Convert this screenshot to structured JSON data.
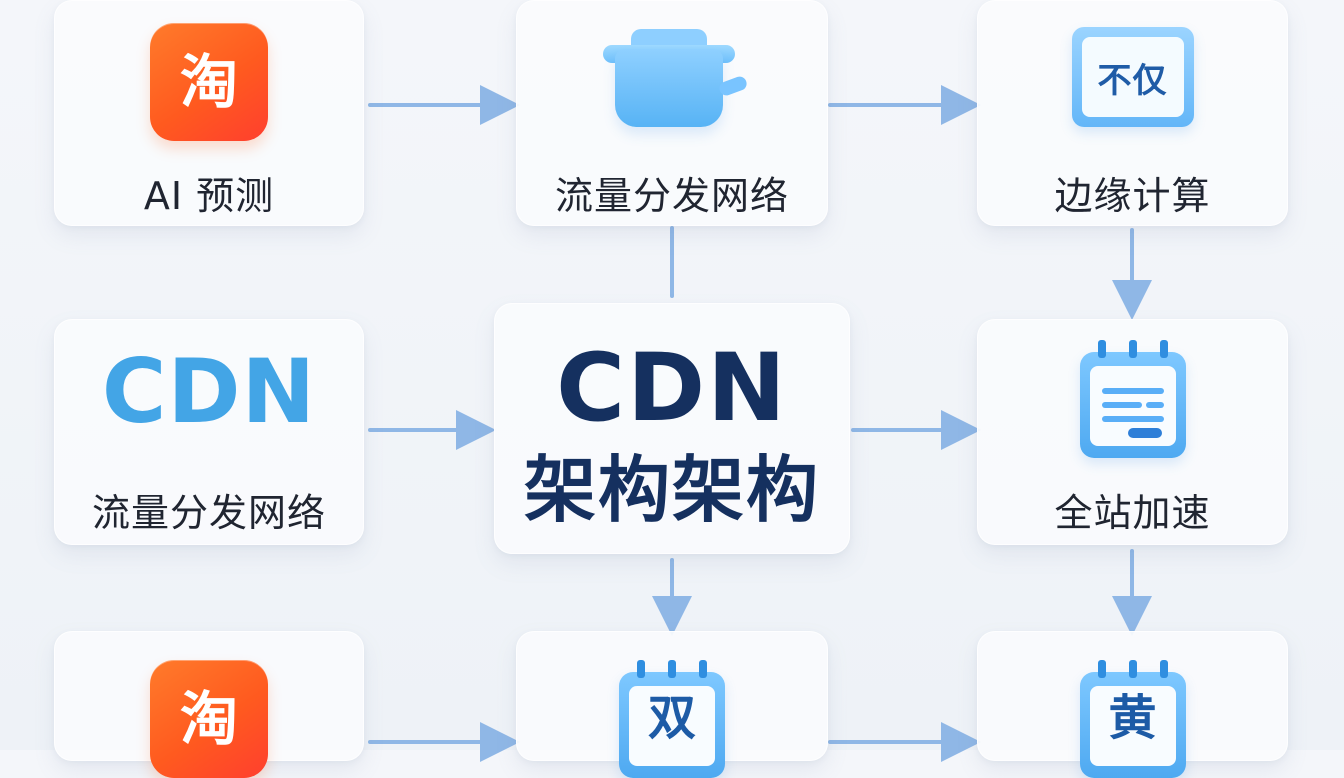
{
  "diagram": {
    "nodes": {
      "top_left": {
        "label": "AI 预测",
        "icon_name": "taobao-logo-icon",
        "icon_text": "淘"
      },
      "top_middle": {
        "label": "流量分发网络",
        "icon_name": "pot-icon"
      },
      "top_right": {
        "label": "边缘计算",
        "icon_name": "tag-card-icon",
        "icon_text": "不仅"
      },
      "middle_left": {
        "label": "流量分发网络",
        "title_text": "CDN"
      },
      "center": {
        "title": "CDN",
        "subtitle": "架构架构"
      },
      "middle_right": {
        "label": "全站加速",
        "icon_name": "calendar-icon"
      },
      "bottom_left": {
        "icon_name": "taobao-logo-icon",
        "icon_text": "淘"
      },
      "bottom_middle": {
        "icon_name": "calendar-glyph-icon",
        "icon_text": "双"
      },
      "bottom_right": {
        "icon_name": "calendar-glyph-icon",
        "icon_text": "黄"
      }
    },
    "colors": {
      "background_top": "#f4f6fa",
      "background_bottom": "#eef2f7",
      "card_fill": "#fafbfd",
      "text_primary": "#202531",
      "center_text": "#15305f",
      "accent_blue": "#43a5e6",
      "arrow": "#8fb7e6",
      "orange_logo": "#ff5a1f"
    }
  }
}
